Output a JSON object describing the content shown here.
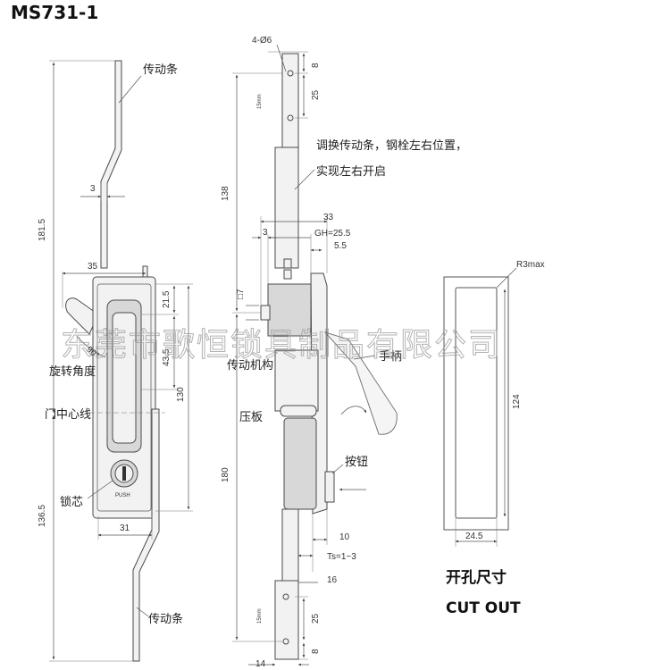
{
  "title": "MS731-1",
  "labels": {
    "drive_bar_top": "传动条",
    "drive_bar_bottom": "传动条",
    "rotation_angle": "旋转角度",
    "door_center_line": "门中心线",
    "lock_core": "锁芯",
    "push": "PUSH",
    "note_line1": "调换传动条，钢栓左右位置，",
    "note_line2": "实现左右开启",
    "mechanism": "传动机构",
    "handle": "手柄",
    "press_plate": "压板",
    "button": "按钮",
    "cutout_cn": "开孔尺寸",
    "cutout_en": "CUT OUT",
    "watermark": "东莞市歌恒锁具制品有限公司"
  },
  "dimensions": {
    "front_3": "3",
    "front_35": "35",
    "front_181_5": "181.5",
    "front_21_5": "21.5",
    "front_43_5": "43.5",
    "front_130": "130",
    "front_90": "90°",
    "front_136_5": "136.5",
    "front_31": "31",
    "side_holes": "4-Ø6",
    "side_8_top": "8",
    "side_25_top": "25",
    "side_15mm_top": "15mm",
    "side_138": "138",
    "side_33": "33",
    "side_3": "3",
    "side_gh": "GH=25.5",
    "side_5_5": "5.5",
    "side_7": "□7",
    "side_180": "180",
    "side_10": "10",
    "side_ts": "Ts=1~3",
    "side_16": "16",
    "side_15mm_bottom": "15mm",
    "side_25_bottom": "25",
    "side_8_bottom": "8",
    "side_14": "14",
    "cut_r3": "R3max",
    "cut_124": "124",
    "cut_24_5": "24.5"
  }
}
